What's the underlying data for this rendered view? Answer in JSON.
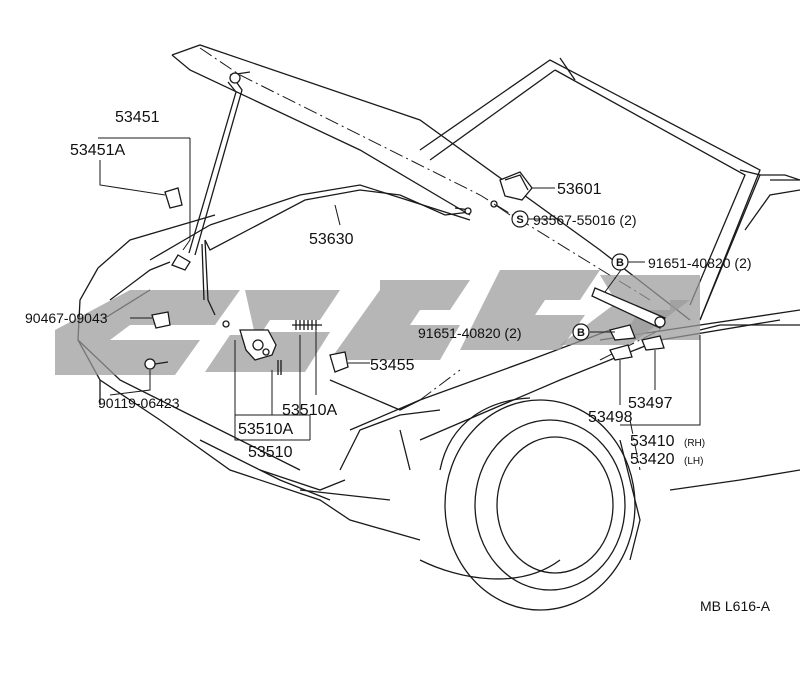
{
  "diagram": {
    "parts": {
      "p53451": "53451",
      "p53451A": "53451A",
      "p53601": "53601",
      "p93567": "93567-55016 (2)",
      "p53630": "53630",
      "p91651_top": "91651-40820 (2)",
      "p90467": "90467-09043",
      "p91651_mid": "91651-40820 (2)",
      "p53455": "53455",
      "p90119": "90119-06423",
      "p53497": "53497",
      "p53510A_right": "53510A",
      "p53498": "53498",
      "p53510A_box": "53510A",
      "p53410": "53410",
      "p53410_suffix": "(RH)",
      "p53510": "53510",
      "p53420": "53420",
      "p53420_suffix": "(LH)"
    },
    "markers": {
      "s_marker": "S",
      "b_marker_top": "B",
      "b_marker_mid": "B"
    },
    "reference_code": "MB L616-A"
  },
  "colors": {
    "ink": "#1a1a1a",
    "watermark": "#9a9a9a",
    "background": "#ffffff"
  }
}
